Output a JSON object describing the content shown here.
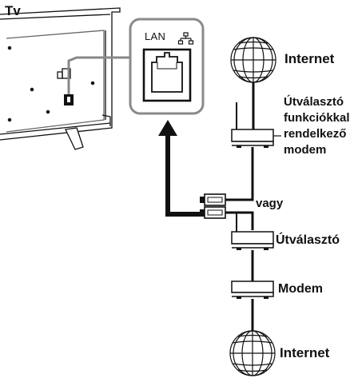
{
  "tv": {
    "label": "Tv"
  },
  "lan_port": {
    "label": "LAN",
    "icon": "network-icon"
  },
  "internet_top": {
    "label": "Internet",
    "icon": "globe-icon"
  },
  "router_with_modem": {
    "lines": [
      "Útválasztó",
      "funkciókkal",
      "rendelkező",
      "modem"
    ]
  },
  "alternative": {
    "label": "vagy"
  },
  "router": {
    "label": "Útválasztó"
  },
  "modem": {
    "label": "Modem"
  },
  "internet_bottom": {
    "label": "Internet",
    "icon": "globe-icon"
  },
  "colors": {
    "line": "#111111",
    "panel_border": "#888888",
    "device_fill": "#ffffff"
  }
}
